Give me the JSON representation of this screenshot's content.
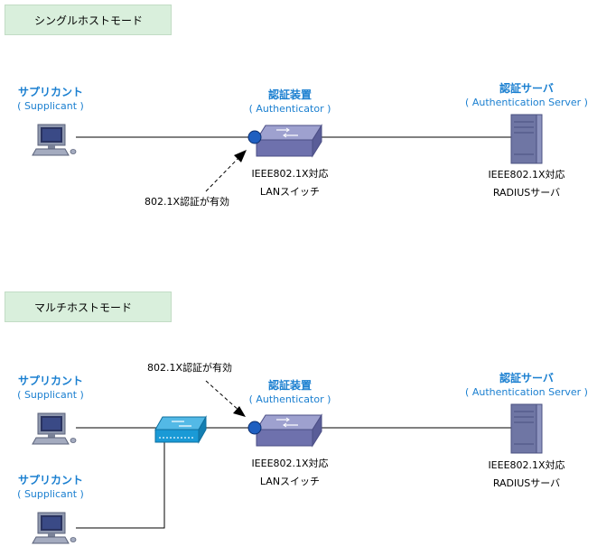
{
  "single": {
    "mode_title": "シングルホストモード",
    "supplicant": {
      "name": "サプリカント",
      "sub": "( Supplicant )"
    },
    "authenticator": {
      "name": "認証装置",
      "sub": "( Authenticator )",
      "desc1": "IEEE802.1X対応",
      "desc2": "LANスイッチ"
    },
    "server": {
      "name": "認証サーバ",
      "sub": "( Authentication Server )",
      "desc1": "IEEE802.1X対応",
      "desc2": "RADIUSサーバ"
    },
    "annotation": "802.1X認証が有効"
  },
  "multi": {
    "mode_title": "マルチホストモード",
    "supplicant1": {
      "name": "サプリカント",
      "sub": "( Supplicant )"
    },
    "supplicant2": {
      "name": "サプリカント",
      "sub": "( Supplicant )"
    },
    "authenticator": {
      "name": "認証装置",
      "sub": "( Authenticator )",
      "desc1": "IEEE802.1X対応",
      "desc2": "LANスイッチ"
    },
    "server": {
      "name": "認証サーバ",
      "sub": "( Authentication Server )",
      "desc1": "IEEE802.1X対応",
      "desc2": "RADIUSサーバ"
    },
    "annotation": "802.1X認証が有効"
  },
  "colors": {
    "accent": "#1a7fd0",
    "mode_box": "#d9efdc",
    "switch": "#7d7fb8",
    "hub": "#1a9ad6",
    "port": "#1f5fc0"
  }
}
